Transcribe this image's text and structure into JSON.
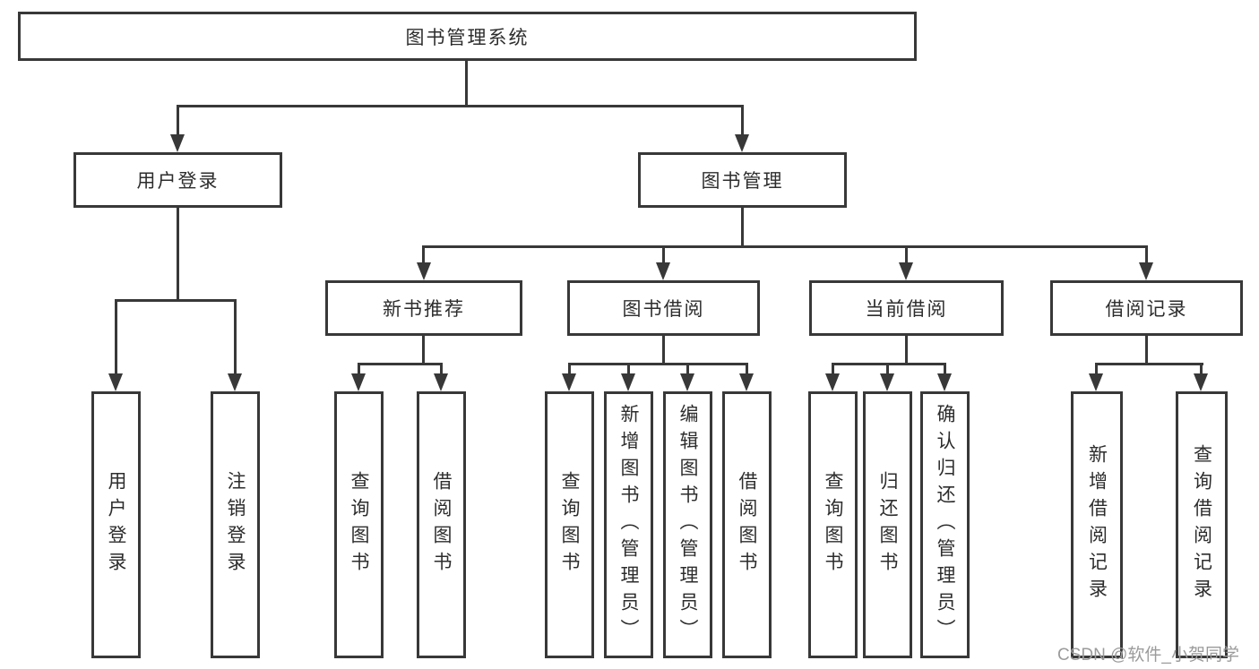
{
  "diagram": {
    "root": {
      "label": "图书管理系统"
    },
    "user_login": {
      "label": "用户登录",
      "children": {
        "login": "用户登录",
        "logout": "注销登录"
      }
    },
    "book_mgmt": {
      "label": "图书管理",
      "new_book_rec": {
        "label": "新书推荐",
        "children": {
          "query": "查询图书",
          "borrow": "借阅图书"
        }
      },
      "book_borrow": {
        "label": "图书借阅",
        "children": {
          "query": "查询图书",
          "add": "新增图书（管理员）",
          "edit": "编辑图书（管理员）",
          "borrow": "借阅图书"
        }
      },
      "current_borrow": {
        "label": "当前借阅",
        "children": {
          "query": "查询图书",
          "return": "归还图书",
          "confirm": "确认归还（管理员）"
        }
      },
      "borrow_records": {
        "label": "借阅记录",
        "children": {
          "add": "新增借阅记录",
          "query": "查询借阅记录"
        }
      }
    }
  },
  "watermark": {
    "text": "CSDN @软件_小贺同学"
  },
  "colors": {
    "line": "#383838",
    "box_border": "#383838",
    "box_fill": "#ffffff",
    "text": "#2d2d2d",
    "watermark": "#9b9b9b",
    "background": "#ffffff"
  }
}
